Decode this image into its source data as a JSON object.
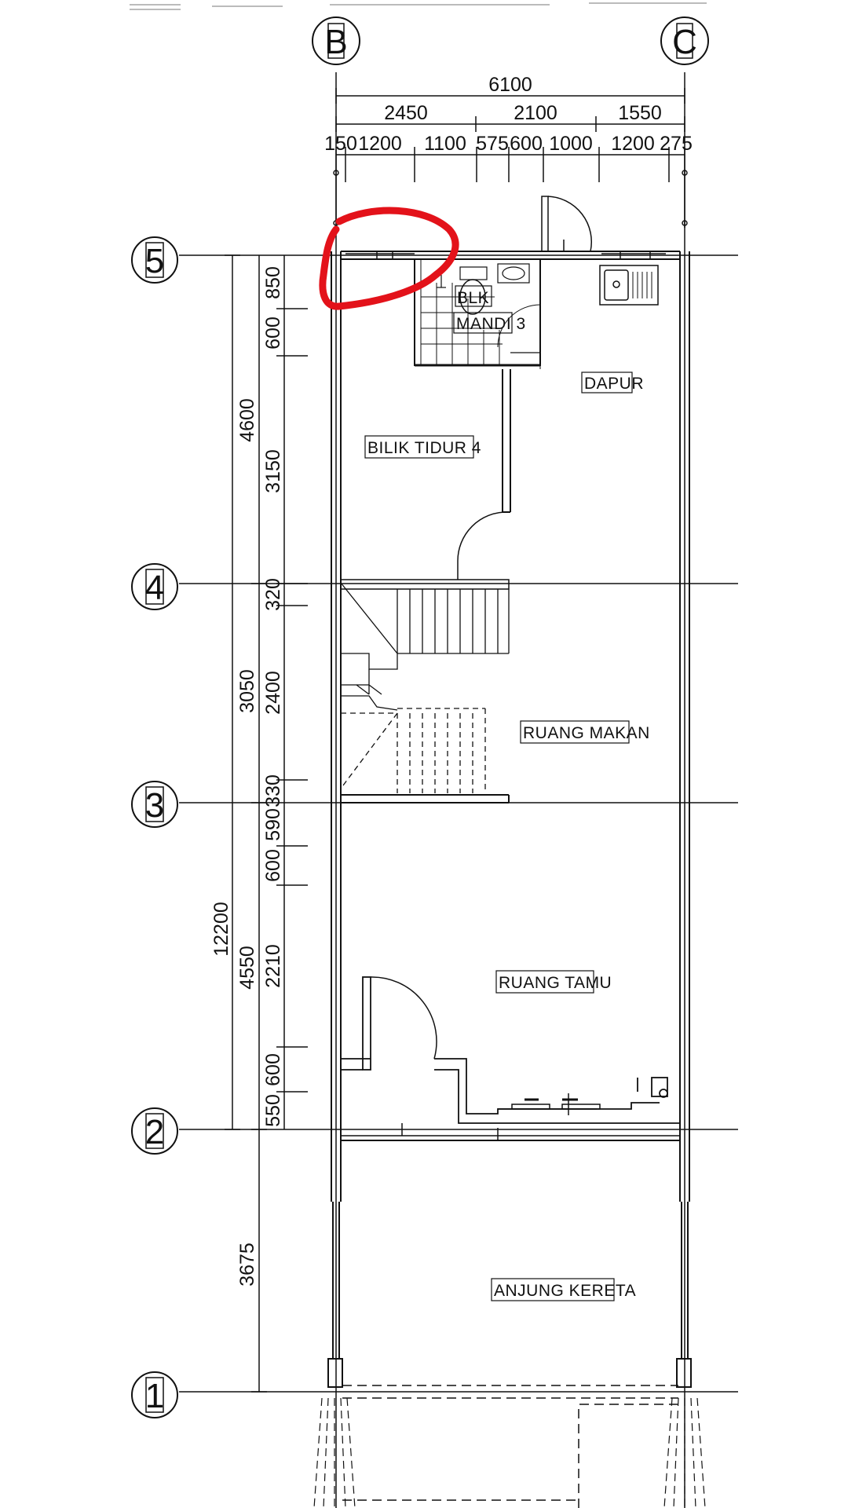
{
  "grid": {
    "columns": [
      "B",
      "C"
    ],
    "rows": [
      "5",
      "4",
      "3",
      "2",
      "1"
    ]
  },
  "top_dimensions": {
    "overall": "6100",
    "level2": [
      "2450",
      "2100",
      "1550"
    ],
    "level3": [
      "150",
      "1200",
      "1100",
      "575",
      "600",
      "1000",
      "1200",
      "275"
    ]
  },
  "left_dimensions": {
    "overall": "12200",
    "level2": [
      "4600",
      "3050",
      "4550",
      "3675"
    ],
    "level3": [
      "850",
      "600",
      "3150",
      "320",
      "2400",
      "330",
      "590",
      "600",
      "2210",
      "600",
      "550"
    ]
  },
  "rooms": {
    "blk_mandi_line1": "BLK",
    "blk_mandi_line2": "MANDI 3",
    "dapur": "DAPUR",
    "bilik_tidur": "BILIK TIDUR 4",
    "ruang_makan": "RUANG MAKAN",
    "ruang_tamu": "RUANG TAMU",
    "anjung_kereta": "ANJUNG KERETA"
  },
  "colors": {
    "ink": "#111111",
    "markup": "#e3121a",
    "background": "#ffffff"
  }
}
